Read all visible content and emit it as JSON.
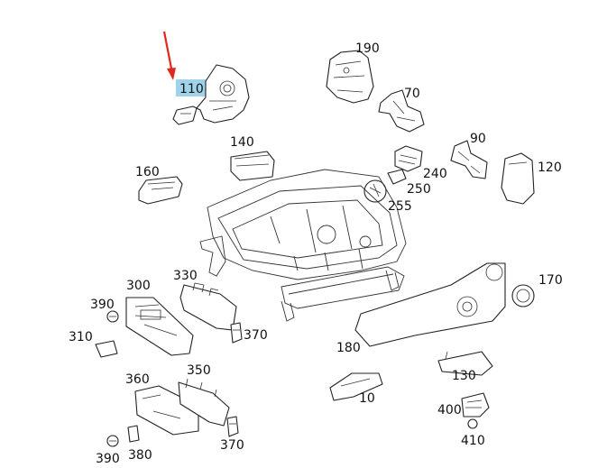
{
  "highlight": {
    "part": "110",
    "color": "#9fd3ea",
    "arrow_color": "#e0281e"
  },
  "labels": {
    "p110": "110",
    "p190": "190",
    "p70": "70",
    "p140": "140",
    "p160": "160",
    "p90": "90",
    "p240": "240",
    "p120": "120",
    "p250": "250",
    "p255": "255",
    "p330": "330",
    "p300": "300",
    "p170": "170",
    "p390a": "390",
    "p310": "310",
    "p370a": "370",
    "p180": "180",
    "p130": "130",
    "p350": "350",
    "p360": "360",
    "p10": "10",
    "p400": "400",
    "p410": "410",
    "p370b": "370",
    "p380": "380",
    "p390b": "390"
  }
}
